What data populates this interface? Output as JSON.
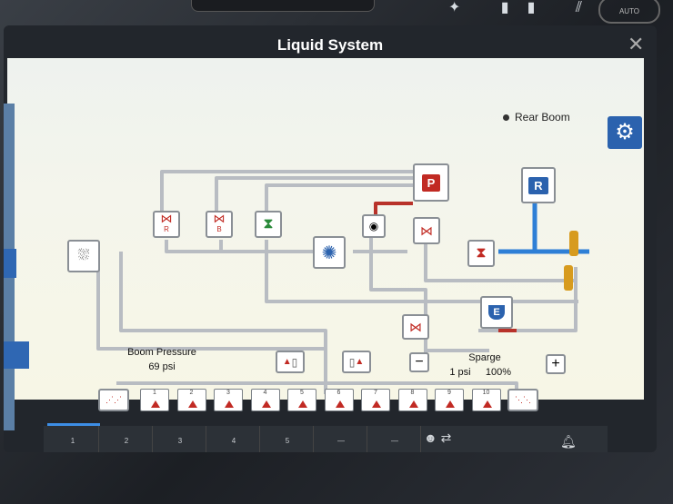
{
  "title": "Liquid System",
  "indicator": {
    "label": "Rear Boom"
  },
  "labels": {
    "p_tank": "P",
    "r_tank": "R",
    "valve_r": "R",
    "valve_b": "B",
    "e_tank": "E"
  },
  "boom_pressure": {
    "label": "Boom Pressure",
    "value": "69 psi"
  },
  "sparge": {
    "label": "Sparge",
    "value": "1 psi",
    "percent": "100%"
  },
  "buttons": {
    "minus": "−",
    "plus": "+"
  },
  "sections": [
    "1",
    "2",
    "3",
    "4",
    "5",
    "6",
    "7",
    "8",
    "9",
    "10"
  ],
  "bottom_tabs": [
    "1",
    "2",
    "3",
    "4",
    "5",
    "—",
    "—"
  ],
  "top_status": {
    "auto": "AUTO"
  },
  "colors": {
    "accent_blue": "#2b62ae",
    "valve_red": "#c12a23",
    "pipe_grey": "#b8bcc2",
    "pipe_blue": "#2e7fd6"
  }
}
